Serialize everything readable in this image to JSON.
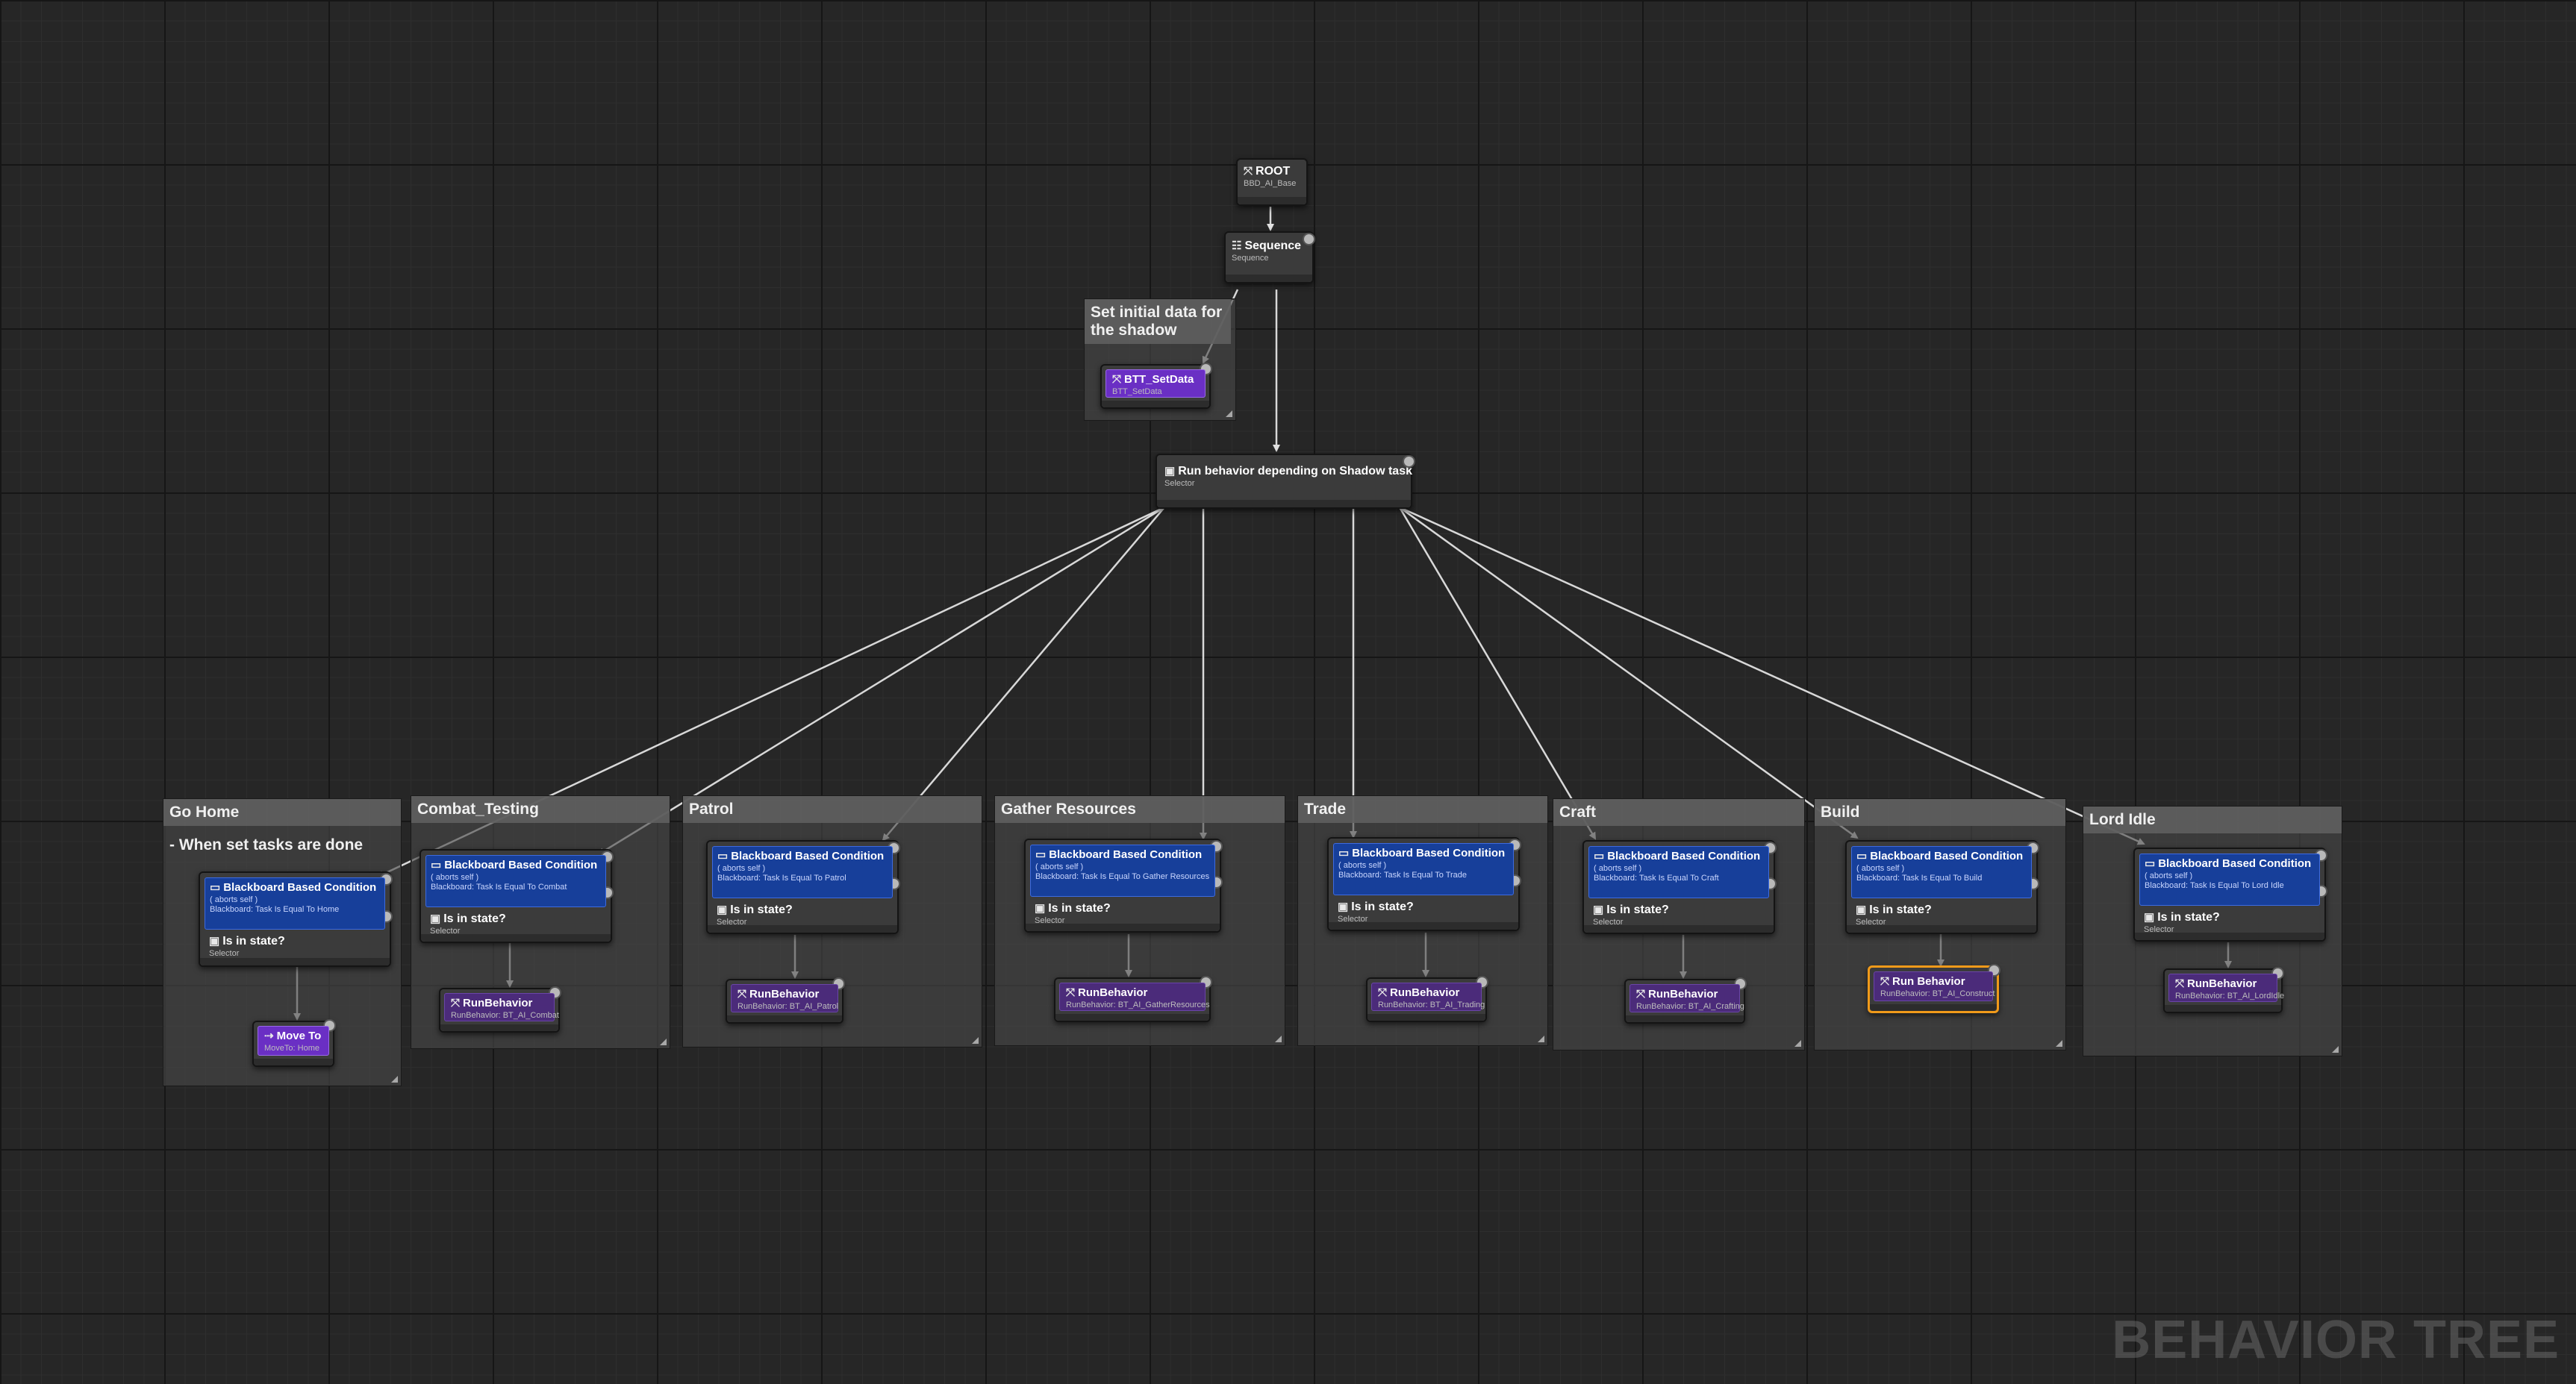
{
  "watermark": "BEHAVIOR TREE",
  "root": {
    "title": "ROOT",
    "sub": "BBD_AI_Base"
  },
  "sequence": {
    "title": "Sequence",
    "sub": "Sequence"
  },
  "setdata_comment": {
    "title": "Set initial data for the shadow"
  },
  "setdata_task": {
    "title": "BTT_SetData",
    "sub": "BTT_SetData"
  },
  "selector": {
    "title": "Run behavior depending on Shadow task",
    "sub": "Selector"
  },
  "decorator": {
    "title": "Blackboard Based Condition",
    "aborts": "( aborts self )"
  },
  "composite": {
    "title": "Is in state?",
    "sub": "Selector"
  },
  "branches": [
    {
      "comment": "Go Home",
      "comment_extra": "- When set tasks are done",
      "bb": "Blackboard: Task Is Equal To Home",
      "task": "Move To",
      "task_sub": "MoveTo: Home"
    },
    {
      "comment": "Combat_Testing",
      "bb": "Blackboard: Task Is Equal To Combat",
      "task": "RunBehavior",
      "task_sub": "RunBehavior: BT_AI_Combat"
    },
    {
      "comment": "Patrol",
      "bb": "Blackboard: Task Is Equal To Patrol",
      "task": "RunBehavior",
      "task_sub": "RunBehavior: BT_AI_Patrol"
    },
    {
      "comment": "Gather Resources",
      "bb": "Blackboard: Task Is Equal To Gather Resources",
      "task": "RunBehavior",
      "task_sub": "RunBehavior: BT_AI_GatherResources"
    },
    {
      "comment": "Trade",
      "bb": "Blackboard: Task Is Equal To Trade",
      "task": "RunBehavior",
      "task_sub": "RunBehavior: BT_AI_Trading"
    },
    {
      "comment": "Craft",
      "bb": "Blackboard: Task Is Equal To Craft",
      "task": "RunBehavior",
      "task_sub": "RunBehavior: BT_AI_Crafting"
    },
    {
      "comment": "Build",
      "bb": "Blackboard: Task Is Equal To Build",
      "task": "Run Behavior",
      "task_sub": "RunBehavior: BT_AI_Construct"
    },
    {
      "comment": "Lord Idle",
      "bb": "Blackboard: Task Is Equal To Lord Idle",
      "task": "RunBehavior",
      "task_sub": "RunBehavior: BT_AI_LordIdle"
    }
  ],
  "icons": {
    "root": "root-icon",
    "sequence": "sequence-icon",
    "selector": "selector-icon",
    "decorator": "blackboard-icon",
    "task": "run-behavior-icon",
    "moveto": "move-to-icon"
  },
  "colors": {
    "decorator": "#173f9a",
    "task": "#4b2b7a",
    "task_bright": "#6a2fc4",
    "selected_outline": "#f09a1a",
    "wire": "#d8d8d8"
  }
}
